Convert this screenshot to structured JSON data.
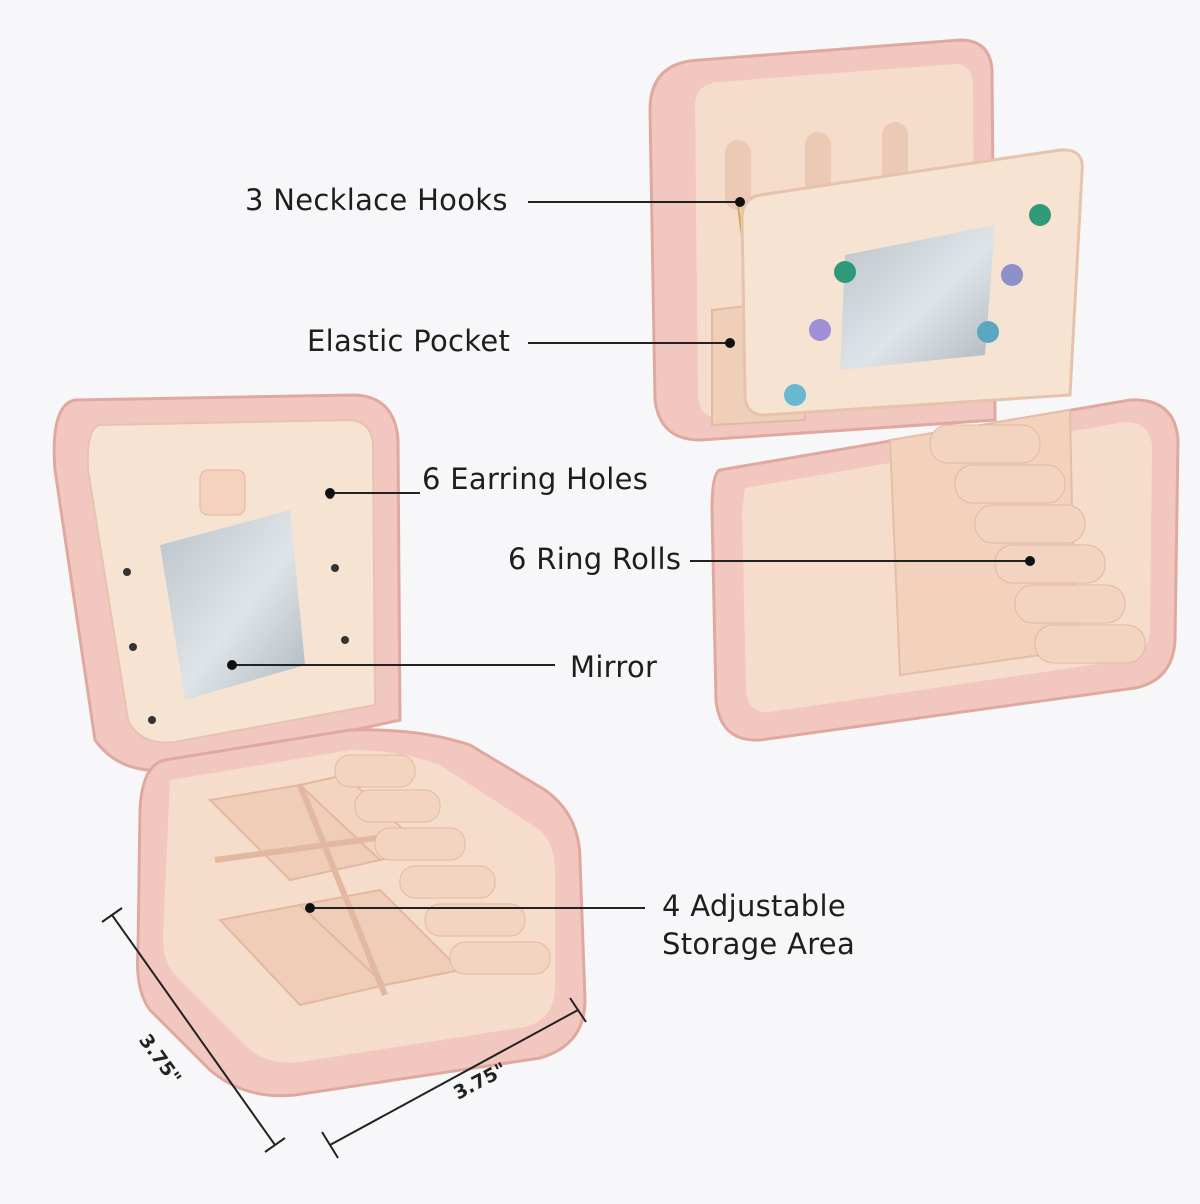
{
  "colors": {
    "background": "#f7f7f9",
    "case_shell": "#f1c7c0",
    "case_shadow": "#e3aaa2",
    "lining": "#f6dccb",
    "lining_dark": "#e9c6b0",
    "mirror": "#c8d0d6",
    "callout_line": "#222222"
  },
  "callouts": [
    {
      "text": "3 Necklace Hooks"
    },
    {
      "text": "Elastic Pocket"
    },
    {
      "text": "6 Earring Holes"
    },
    {
      "text": "6 Ring Rolls"
    },
    {
      "text": "Mirror"
    },
    {
      "text": "4 Adjustable",
      "text2": "Storage Area"
    }
  ],
  "dimensions": {
    "depth": "3.75\"",
    "width": "3.75\""
  }
}
